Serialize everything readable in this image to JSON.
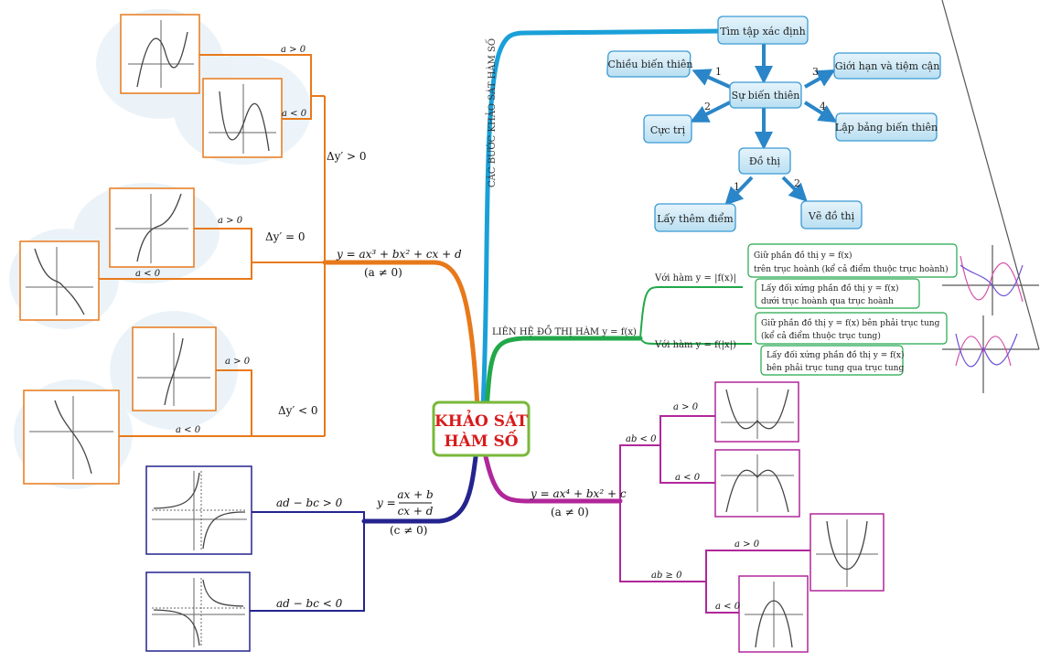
{
  "colors": {
    "cubic": "#e8791b",
    "steps": "#1aa0d8",
    "relation": "#22a84a",
    "quartic": "#b0279a",
    "rational": "#24248f",
    "center_title": "#d81b1b",
    "box_fill": "#cde8f6",
    "box_stroke": "#3a9ad4",
    "cloud": "#d4e8f4"
  },
  "center": {
    "line1": "KHẢO SÁT",
    "line2": "HÀM SỐ"
  },
  "steps": {
    "branch_label": "CÁC BƯỚC KHẢO SÁT HÀM SỐ",
    "domain": "Tìm tập xác định",
    "variation": "Sự biến thiên",
    "monotonic": "Chiều biến thiên",
    "extrema": "Cực trị",
    "limits": "Giới hạn và tiệm cận",
    "table": "Lập bảng biến thiên",
    "graph": "Đồ thị",
    "extra_points": "Lấy thêm điểm",
    "draw": "Vẽ đồ thị",
    "n1": "1",
    "n2": "2",
    "n3": "3",
    "n4": "4",
    "g1": "1",
    "g2": "2"
  },
  "cubic": {
    "formula": "y = ax³ + bx² + cx + d",
    "condition": "(a ≠ 0)",
    "dpos": "Δy′ > 0",
    "dzero": "Δy′ = 0",
    "dneg": "Δy′ < 0",
    "a_pos": "a > 0",
    "a_neg": "a < 0"
  },
  "relation": {
    "branch_label": "LIÊN HỆ ĐỒ THỊ HÀM y = f(x)",
    "abs_f": "Với hàm y = |f(x)|",
    "f_abs": "Với hàm y = f(|x|)",
    "r1a": "Giữ phần đồ thị y = f(x)",
    "r1b": "trên trục hoành (kể cả điểm thuộc trục hoành)",
    "r2a": "Lấy đối xứng phần đồ thị y = f(x)",
    "r2b": "dưới trục hoành qua trục hoành",
    "r3a": "Giữ phần đồ thị y = f(x) bên phải trục tung",
    "r3b": "(kể cả điểm thuộc trục tung)",
    "r4a": "Lấy đối xứng phần đồ thị y = f(x)",
    "r4b": "bên phải trục tung qua trục tung"
  },
  "quartic": {
    "formula": "y = ax⁴ + bx² + c",
    "condition": "(a ≠ 0)",
    "ab_neg": "ab < 0",
    "ab_nonneg": "ab ≥ 0",
    "a_pos": "a > 0",
    "a_neg": "a < 0"
  },
  "rational": {
    "numerator": "ax + b",
    "denominator": "cx + d",
    "y_eq": "y =",
    "condition": "(c ≠ 0)",
    "pos": "ad − bc > 0",
    "neg": "ad − bc < 0"
  }
}
